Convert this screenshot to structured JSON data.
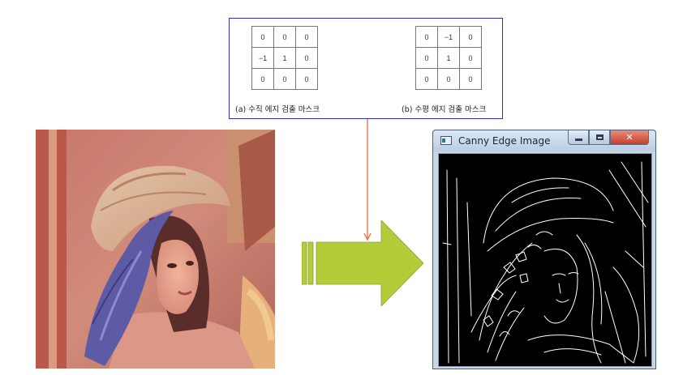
{
  "masks": {
    "vertical": {
      "rows": [
        [
          "0",
          "0",
          "0"
        ],
        [
          "−1",
          "1",
          "0"
        ],
        [
          "0",
          "0",
          "0"
        ]
      ],
      "caption": "(a) 수직 에지 검출 마스크"
    },
    "horizontal": {
      "rows": [
        [
          "0",
          "−1",
          "0"
        ],
        [
          "0",
          "1",
          "0"
        ],
        [
          "0",
          "0",
          "0"
        ]
      ],
      "caption": "(b) 수평 에지 검출 마스크"
    }
  },
  "canny_window": {
    "title": "Canny Edge Image",
    "close_glyph": "✕"
  },
  "colors": {
    "panel_border": "#2f2fb8",
    "connector": "#ee6a3a",
    "arrow_fill": "#b3cc3a",
    "edge_lines": "#ffffff"
  }
}
